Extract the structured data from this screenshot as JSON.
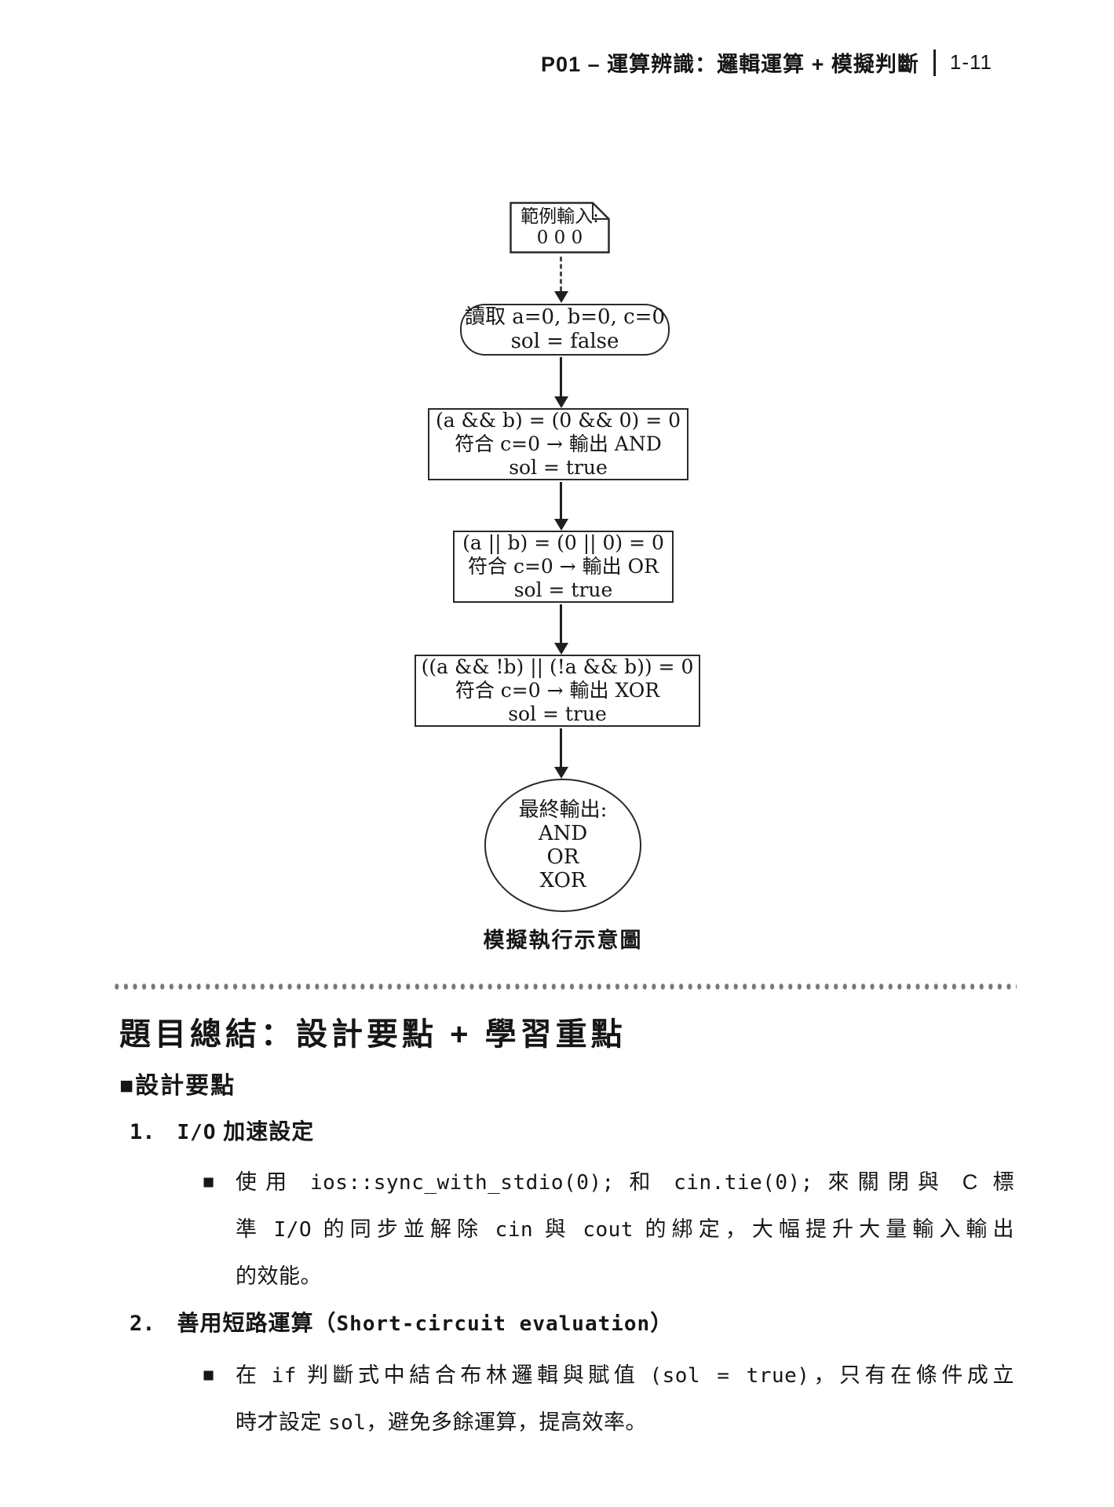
{
  "header": {
    "title": "P01 – 運算辨識：邏輯運算 + 模擬判斷",
    "page_no": "1-11"
  },
  "glyphs": {
    "square_bullet": "■"
  },
  "flowchart": {
    "input_doc": {
      "lines": [
        "範例輸入:",
        "0 0 0"
      ]
    },
    "read": {
      "lines": [
        "讀取 a=0, b=0, c=0",
        "sol = false"
      ]
    },
    "and_box": {
      "lines": [
        "(a && b) = (0 && 0) = 0",
        "符合 c=0 → 輸出 AND",
        "sol = true"
      ]
    },
    "or_box": {
      "lines": [
        "(a || b) = (0 || 0) = 0",
        "符合 c=0 → 輸出 OR",
        "sol = true"
      ]
    },
    "xor_box": {
      "lines": [
        "((a && !b) || (!a && b)) = 0",
        "符合 c=0 → 輸出 XOR",
        "sol = true"
      ]
    },
    "output": {
      "lines": [
        "最終輸出:",
        "AND",
        "OR",
        "XOR"
      ]
    },
    "caption": "模擬執行示意圖"
  },
  "summary": {
    "heading": "題目總結：設計要點 + 學習重點",
    "subheading": "■設計要點",
    "items": [
      {
        "num": "1.",
        "title": [
          {
            "v": "I/O"
          },
          {
            "v": " 加速設定"
          }
        ],
        "para": [
          {
            "segs": [
              {
                "v": "使用 "
              },
              {
                "v": "ios::sync_with_stdio(0);"
              },
              {
                "v": " 和 "
              },
              {
                "v": "cin.tie(0);"
              },
              {
                "v": " 來關閉與 C 標"
              }
            ]
          },
          {
            "segs": [
              {
                "v": "準 "
              },
              {
                "v": "I/O"
              },
              {
                "v": " 的同步並解除 "
              },
              {
                "v": "cin"
              },
              {
                "v": " 與 "
              },
              {
                "v": "cout"
              },
              {
                "v": " 的綁定，大幅提升大量輸入輸出"
              }
            ]
          },
          {
            "segs": [
              {
                "v": "的效能。"
              }
            ]
          }
        ]
      },
      {
        "num": "2.",
        "title": [
          {
            "v": "善用短路運算（"
          },
          {
            "v": "Short-circuit evaluation"
          },
          {
            "v": "）"
          }
        ],
        "para": [
          {
            "segs": [
              {
                "v": "在 "
              },
              {
                "v": "if"
              },
              {
                "v": " 判斷式中結合布林邏輯與賦值 "
              },
              {
                "v": "(sol = true)"
              },
              {
                "v": "，只有在條件成立"
              }
            ]
          },
          {
            "segs": [
              {
                "v": "時才設定 "
              },
              {
                "v": "sol"
              },
              {
                "v": "，避免多餘運算，提高效率。"
              }
            ]
          }
        ]
      }
    ]
  }
}
